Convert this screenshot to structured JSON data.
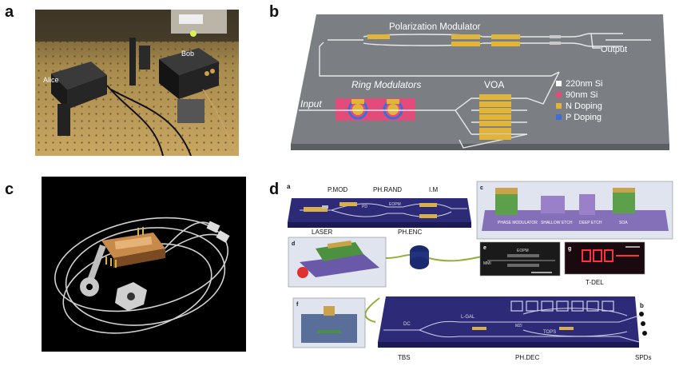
{
  "panels": {
    "a": {
      "letter": "a",
      "labels": {
        "alice": "Alice",
        "bob": "Bob"
      }
    },
    "b": {
      "letter": "b",
      "labels": {
        "polarization_modulator": "Polarization Modulator",
        "output": "Output",
        "ring_modulators": "Ring Modulators",
        "voa": "VOA",
        "input": "Input"
      },
      "legend": [
        {
          "label": "220nm Si",
          "color": "#ffffff"
        },
        {
          "label": "90nm Si",
          "color": "#e24b7a"
        },
        {
          "label": "N Doping",
          "color": "#e0b53a"
        },
        {
          "label": "P Doping",
          "color": "#3b6fd8"
        }
      ]
    },
    "c": {
      "letter": "c"
    },
    "d": {
      "letter": "d",
      "labels": {
        "a": "a",
        "pmod": "P.MOD",
        "phrand": "PH.RAND",
        "im": "I.M",
        "pd": "PD",
        "eopm": "EOPM",
        "laser": "LASER",
        "phenc": "PH.ENC",
        "c": "c",
        "phase_mod": "PHASE\nMODULATOR",
        "shallow": "SHALLOW\nETCH",
        "deep": "DEEP\nETCH",
        "soa": "SOA",
        "d": "d",
        "e": "e",
        "mmi": "MMI",
        "eopm2": "EOPM",
        "g": "g",
        "tdel": "T-DEL",
        "b": "b",
        "f": "f",
        "lgal": "L-GAL",
        "dc": "DC",
        "mzi": "MZI",
        "tops": "TOPS",
        "tbs": "TBS",
        "phdec": "PH.DEC",
        "spds": "SPDs"
      }
    }
  }
}
